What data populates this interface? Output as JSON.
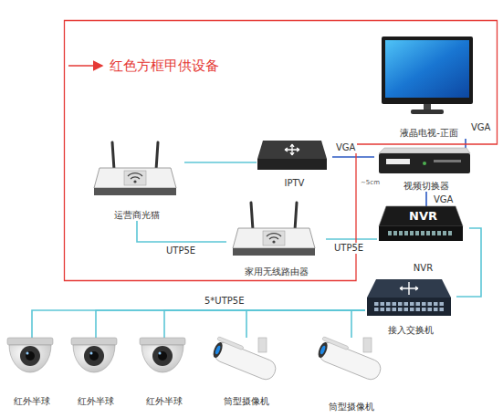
{
  "diagram": {
    "nodes": [
      {
        "text": [
          "红色方框甲供设备"
        ]
      },
      {
        "text": [
          "液晶电视-正面"
        ],
        "in": 0
      },
      {
        "text": [
          "运营商光猫"
        ],
        "in": 0
      },
      {
        "text": [
          "IPTV"
        ],
        "in": 0
      },
      {
        "text": [
          "家用无线路由器"
        ],
        "in": 0
      },
      {
        "text": [
          "视频切换器"
        ]
      },
      {
        "text": [
          "NVR",
          "NVR"
        ]
      },
      {
        "text": [
          "接入交换机"
        ]
      },
      {
        "text": [
          "红外半球"
        ]
      },
      {
        "text": [
          "红外半球"
        ]
      },
      {
        "text": [
          "红外半球"
        ]
      },
      {
        "text": [
          "筒型摄像机"
        ]
      },
      {
        "text": [
          "筒型摄像机"
        ]
      }
    ],
    "edges": [
      {
        "from": 1,
        "to": 5,
        "label": "VGA",
        "arrow": "none"
      },
      {
        "from": 3,
        "to": 5,
        "label": "VGA",
        "arrow": "none"
      },
      {
        "from": 5,
        "to": 6,
        "label": "VGA",
        "arrow": "none"
      },
      {
        "from": 2,
        "to": 3,
        "arrow": "none"
      },
      {
        "from": 2,
        "to": 4,
        "label": "UTP5E",
        "arrow": "none"
      },
      {
        "from": 4,
        "to": 6,
        "label": "UTP5E",
        "arrow": "none"
      },
      {
        "from": 6,
        "to": 7,
        "arrow": "none"
      },
      {
        "from": 7,
        "to": 8,
        "label": "5*UTP5E",
        "arrow": "none"
      },
      {
        "from": 7,
        "to": 9,
        "arrow": "none"
      },
      {
        "from": 7,
        "to": 10,
        "arrow": "none"
      },
      {
        "from": 7,
        "to": 11,
        "arrow": "none"
      },
      {
        "from": 7,
        "to": 12,
        "arrow": "none"
      }
    ],
    "labels": [
      "~5cm"
    ]
  }
}
